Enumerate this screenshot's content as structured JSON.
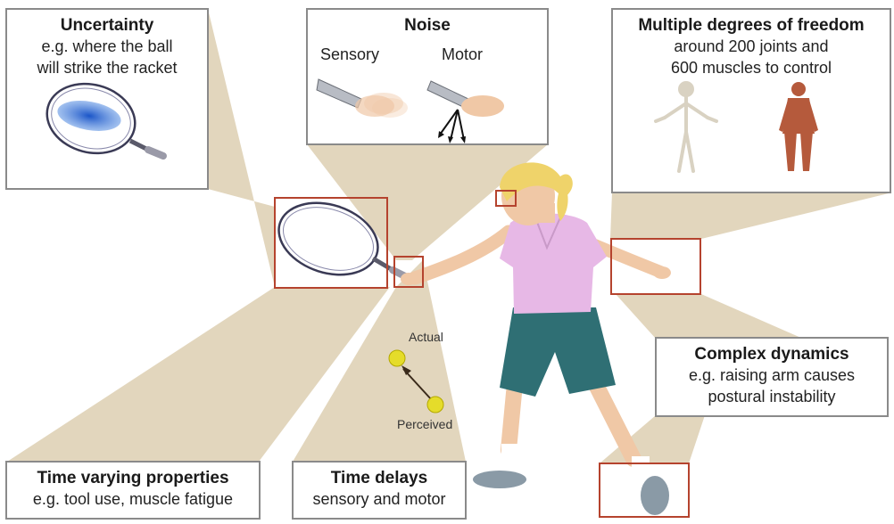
{
  "uncertainty": {
    "title": "Uncertainty",
    "line1": "e.g. where the ball",
    "line2": "will strike the racket"
  },
  "noise": {
    "title": "Noise",
    "sensory": "Sensory",
    "motor": "Motor"
  },
  "dof": {
    "title": "Multiple degrees of freedom",
    "line1": "around 200 joints and",
    "line2": "600 muscles to control"
  },
  "dynamics": {
    "title": "Complex dynamics",
    "line1": "e.g. raising arm causes",
    "line2": "postural instability"
  },
  "time_varying": {
    "title": "Time varying properties",
    "line1": "e.g. tool use, muscle fatigue"
  },
  "delays": {
    "title": "Time delays",
    "line1": "sensory and motor"
  },
  "ball": {
    "actual": "Actual",
    "perceived": "Perceived"
  },
  "colors": {
    "callout": "#e2d6bd",
    "highlight": "#b5432e",
    "ball": "#e5dc2a",
    "shirt": "#e7b8e6",
    "shorts": "#2f6f74",
    "skin": "#f0c8a6",
    "hair": "#efd36a"
  }
}
